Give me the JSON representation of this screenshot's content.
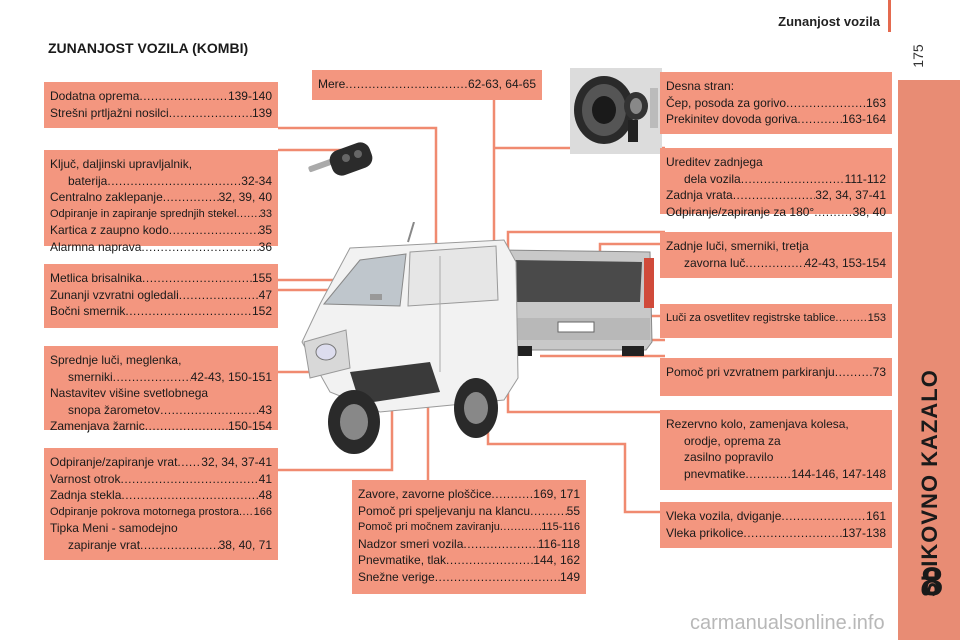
{
  "header": {
    "section": "Zunanjost vozila",
    "page_number": "175"
  },
  "sidebar": {
    "chapter_title": "SLIKOVNO KAZALO",
    "chapter_number": "8"
  },
  "title": "ZUNANJOST VOZILA (KOMBI)",
  "watermark": "carmanualsonline.info",
  "boxes": {
    "b1": [
      {
        "t": "Dodatna oprema",
        "p": "139-140"
      },
      {
        "t": "Strešni prtljažni nosilci",
        "p": "139"
      }
    ],
    "b2": [
      {
        "t": "Ključ, daljinski upravljalnik,",
        "p": ""
      },
      {
        "t": "baterija",
        "p": "32-34",
        "ind": true
      },
      {
        "t": "Centralno zaklepanje",
        "p": "32, 39, 40"
      },
      {
        "t": "Odpiranje in zapiranje sprednjih stekel",
        "p": "33",
        "small": true
      },
      {
        "t": "Kartica z zaupno kodo",
        "p": "35"
      },
      {
        "t": "Alarmna naprava",
        "p": "36"
      }
    ],
    "b3": [
      {
        "t": "Metlica brisalnika",
        "p": "155"
      },
      {
        "t": "Zunanji vzvratni ogledali",
        "p": "47"
      },
      {
        "t": "Bočni smernik",
        "p": "152"
      }
    ],
    "b4": [
      {
        "t": "Sprednje luči, meglenka,",
        "p": ""
      },
      {
        "t": "smerniki",
        "p": "42-43, 150-151",
        "ind": true
      },
      {
        "t": "Nastavitev višine svetlobnega",
        "p": ""
      },
      {
        "t": "snopa žarometov",
        "p": "43",
        "ind": true
      },
      {
        "t": "Zamenjava žarnic",
        "p": "150-154"
      }
    ],
    "b5": [
      {
        "t": "Odpiranje/zapiranje vrat",
        "p": "32, 34, 37-41"
      },
      {
        "t": "Varnost otrok",
        "p": "41"
      },
      {
        "t": "Zadnja stekla",
        "p": "48"
      },
      {
        "t": "Odpiranje pokrova motornega prostora",
        "p": "166",
        "small": true
      },
      {
        "t": "Tipka Meni - samodejno",
        "p": ""
      },
      {
        "t": "zapiranje vrat",
        "p": "38, 40, 71",
        "ind": true
      }
    ],
    "b6": [
      {
        "t": "Mere",
        "p": "62-63, 64-65"
      }
    ],
    "b7": [
      {
        "t": "Desna stran:",
        "p": ""
      },
      {
        "t": "Čep, posoda za gorivo",
        "p": "163"
      },
      {
        "t": "Prekinitev dovoda goriva",
        "p": "163-164"
      }
    ],
    "b8": [
      {
        "t": "Ureditev zadnjega",
        "p": ""
      },
      {
        "t": "dela vozila",
        "p": "111-112",
        "ind": true
      },
      {
        "t": "Zadnja vrata",
        "p": "32, 34, 37-41"
      },
      {
        "t": "Odpiranje/zapiranje za 180°",
        "p": "38, 40"
      }
    ],
    "b9": [
      {
        "t": "Zadnje luči, smerniki, tretja",
        "p": ""
      },
      {
        "t": "zavorna luč",
        "p": "42-43, 153-154",
        "ind": true
      }
    ],
    "b10": [
      {
        "t": "Luči za osvetlitev registrske tablice",
        "p": "153",
        "small": true
      }
    ],
    "b11": [
      {
        "t": "Pomoč pri vzvratnem parkiranju",
        "p": "73"
      }
    ],
    "b12": [
      {
        "t": "Rezervno kolo, zamenjava kolesa,",
        "p": ""
      },
      {
        "t": "orodje, oprema za",
        "p": "",
        "ind": true
      },
      {
        "t": "zasilno popravilo",
        "p": "",
        "ind": true
      },
      {
        "t": "pnevmatike",
        "p": "144-146, 147-148",
        "ind": true
      }
    ],
    "b13": [
      {
        "t": "Vleka vozila, dviganje",
        "p": "161"
      },
      {
        "t": "Vleka prikolice",
        "p": "137-138"
      }
    ],
    "b14": [
      {
        "t": "Zavore, zavorne ploščice",
        "p": "169, 171"
      },
      {
        "t": "Pomoč pri speljevanju na klancu",
        "p": "55"
      },
      {
        "t": "Pomoč pri močnem zaviranju",
        "p": "115-116",
        "small": true
      },
      {
        "t": "Nadzor smeri vozila",
        "p": "116-118"
      },
      {
        "t": "Pnevmatike, tlak",
        "p": "144, 162"
      },
      {
        "t": "Snežne verige",
        "p": "149"
      }
    ]
  },
  "colors": {
    "box": "#f3967f",
    "line": "#f08a70",
    "sidebar": "#e88c74",
    "accent": "#e46a4f"
  }
}
